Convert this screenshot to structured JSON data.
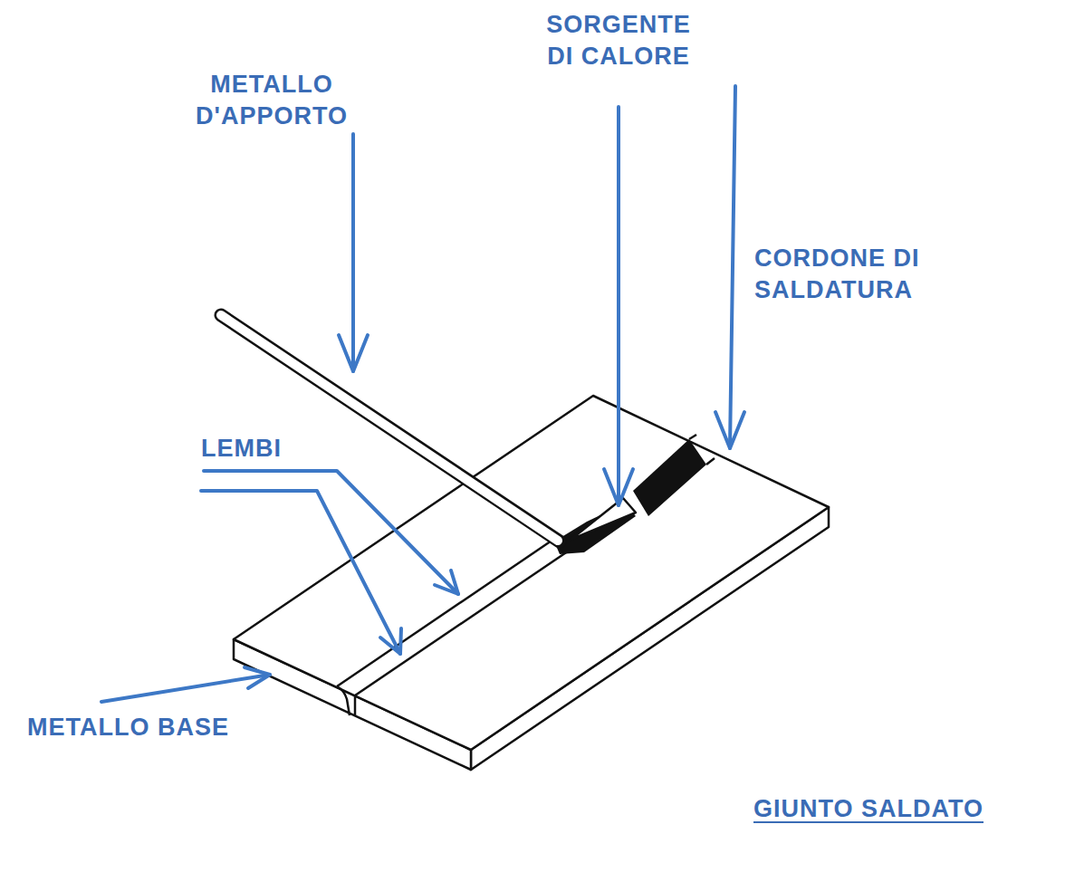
{
  "diagram": {
    "caption": "GIUNTO SALDATO",
    "labels": [
      "METALLO D'APPORTO",
      "SORGENTE DI CALORE",
      "CORDONE DI SALDATURA",
      "LEMBI",
      "METALLO BASE"
    ]
  }
}
